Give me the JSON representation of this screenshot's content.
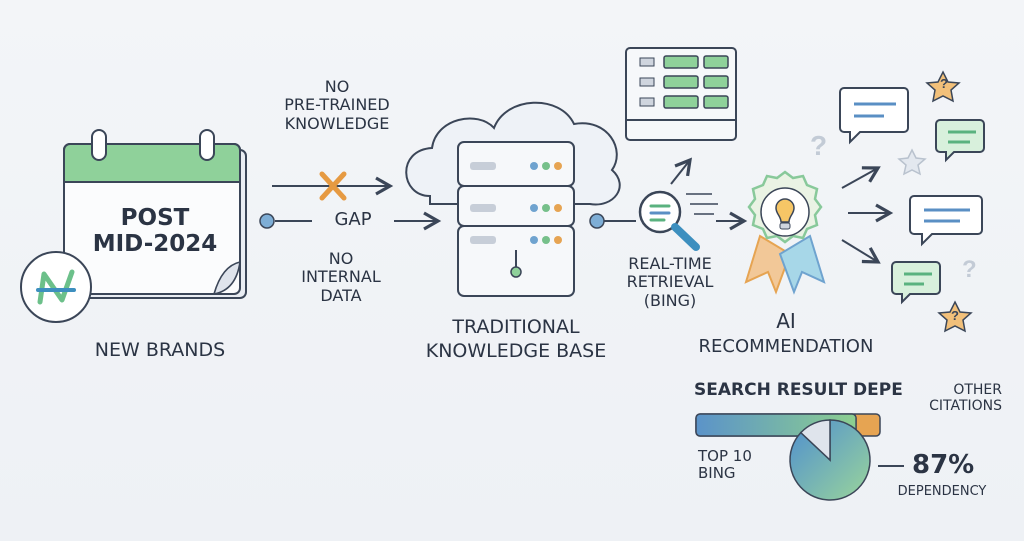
{
  "calendar": {
    "line1": "POST",
    "line2": "MID-2024"
  },
  "new_brands": "NEW BRANDS",
  "gap": {
    "top_line1": "NO",
    "top_line2": "PRE-TRAINED",
    "top_line3": "KNOWLEDGE",
    "middle": "GAP",
    "bottom_line1": "NO",
    "bottom_line2": "INTERNAL",
    "bottom_line3": "DATA"
  },
  "knowledge_base": {
    "line1": "TRADITIONAL",
    "line2": "KNOWLEDGE BASE"
  },
  "retrieval": {
    "line1": "REAL-TIME",
    "line2": "RETRIEVAL",
    "line3": "(BING)"
  },
  "ai": {
    "line1": "AI",
    "line2": "RECOMMENDATION"
  },
  "search_dep": {
    "title": "SEARCH RESULT DEPE",
    "other_line1": "OTHER",
    "other_line2": "CITATIONS",
    "top10_line1": "TOP 10",
    "top10_line2": "BING",
    "percent": "87%",
    "dependency": "DEPENDENCY"
  },
  "chart_data": {
    "type": "pie",
    "categories": [
      "TOP 10 BING",
      "OTHER CITATIONS"
    ],
    "values": [
      87,
      13
    ]
  },
  "colors": {
    "accent_green": "#7cc48e",
    "accent_blue": "#5b93c9",
    "orange": "#e6a452",
    "dark": "#3b4658"
  }
}
